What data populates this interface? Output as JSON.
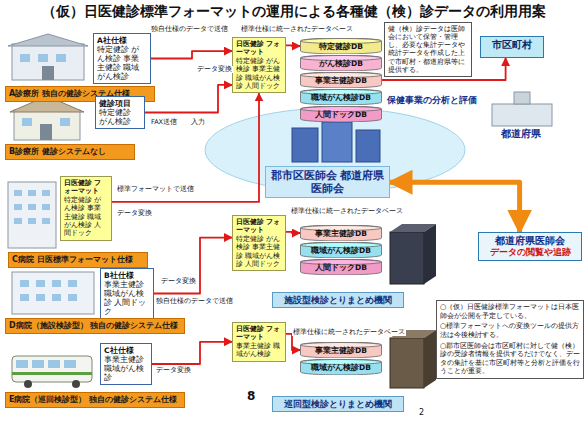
{
  "diagram": {
    "title": "（仮）日医健診標準フォーマットの運用による各種健（検）診データの利用用案",
    "nodes": [
      {
        "text": [
          "A社仕様",
          "特定健診 がん検診 事業主健診 職域がん検診"
        ]
      },
      {
        "text": [
          "A診療所 独自の健診システム仕様"
        ]
      },
      {
        "text": [
          "健診項目",
          "特定健診 がん検診"
        ]
      },
      {
        "text": [
          "B診療所 健診システムなし"
        ]
      },
      {
        "text": [
          "日医健診 フォーマット",
          "特定健診 がん検診 事業主健診 職域がん検診 人間ドック"
        ]
      },
      {
        "text": [
          "C病院 日医標準フォーマット仕様"
        ]
      },
      {
        "text": [
          "B社仕様",
          "事業主健診 職域がん検診 人間ドック"
        ]
      },
      {
        "text": [
          "D病院（施設検診型） 独自の健診システム仕様"
        ]
      },
      {
        "text": [
          "C社仕様",
          "事業主健診 職域がん検診"
        ]
      },
      {
        "text": [
          "E病院（巡回検診型） 独自の健診システム仕様"
        ]
      },
      {
        "text": [
          "日医健診 フォーマット",
          "特定健診 がん検診 事業主健診 職域がん検診 人間ドック"
        ]
      },
      {
        "text": [
          "特定健診DB"
        ]
      },
      {
        "text": [
          "がん検診DB"
        ]
      },
      {
        "text": [
          "事業主健診DB"
        ]
      },
      {
        "text": [
          "職域がん検診DB"
        ]
      },
      {
        "text": [
          "人間ドックDB"
        ]
      },
      {
        "text": [
          "郡市区医師会 都道府県医師会"
        ]
      },
      {
        "text": [
          "健（検）診データは医師会において保管・管理し、必要な集計データや統計データを作成した上で市町村・都道府県等に提供する。"
        ]
      },
      {
        "text": [
          "市区町村"
        ]
      },
      {
        "text": [
          "日医健診 フォーマット",
          "特定健診 がん検診 事業主健診 職域がん検診 人間ドック"
        ]
      },
      {
        "text": [
          "事業主健診DB"
        ]
      },
      {
        "text": [
          "職域がん検診DB"
        ]
      },
      {
        "text": [
          "人間ドックDB"
        ]
      },
      {
        "text": [
          "施設型検診とりまとめ機関"
        ]
      },
      {
        "text": [
          "都道府県医師会",
          "データの閲覧や追跡"
        ]
      },
      {
        "text": [
          "日医健診 フォーマット",
          "事業主健診 職域がん検診"
        ]
      },
      {
        "text": [
          "事業主健診DB"
        ]
      },
      {
        "text": [
          "職域がん検診DB"
        ]
      },
      {
        "text": [
          "巡回型検診とりまとめ機関"
        ]
      },
      {
        "text": [
          "○（仮）日医健診標準フォーマットは日本医師会が公開を予定している。",
          "○標準フォーマットへの変換ツールの提供方法は今後検討する。",
          "○郡市区医師会は市区町村に対して健（検）診の受診者情報を提供するだけでなく、データの集計を基に市区町村等と分析と評価を行うことが重要。"
        ]
      }
    ],
    "edges": [
      {
        "from": 0,
        "to": 10,
        "arrow": "to"
      },
      {
        "from": 2,
        "to": 10,
        "arrow": "to"
      },
      {
        "from": 4,
        "to": 10,
        "arrow": "to"
      },
      {
        "from": 10,
        "to": 11,
        "arrow": "to"
      },
      {
        "from": 13,
        "to": 18,
        "arrow": "to"
      },
      {
        "from": 6,
        "to": 19,
        "arrow": "to"
      },
      {
        "from": 19,
        "to": 20,
        "arrow": "to"
      },
      {
        "from": 8,
        "to": 25,
        "arrow": "to"
      },
      {
        "from": 25,
        "to": 26,
        "arrow": "to"
      },
      {
        "from": 16,
        "to": 24,
        "arrow": "both"
      }
    ],
    "labels": [
      "独自仕様のデータで送信",
      "データ変換",
      "FAX送信",
      "入力",
      "標準フォーマットで送信",
      "データ変換",
      "独自仕様のデータで送信",
      "データ変換",
      "データ変換",
      "標準仕様に統一されたデータベース",
      "標準仕様に統一されたデータベース",
      "標準仕様に統一されたデータベース",
      "保健事業の分析と評価",
      "都道府県",
      "8",
      "2"
    ]
  }
}
